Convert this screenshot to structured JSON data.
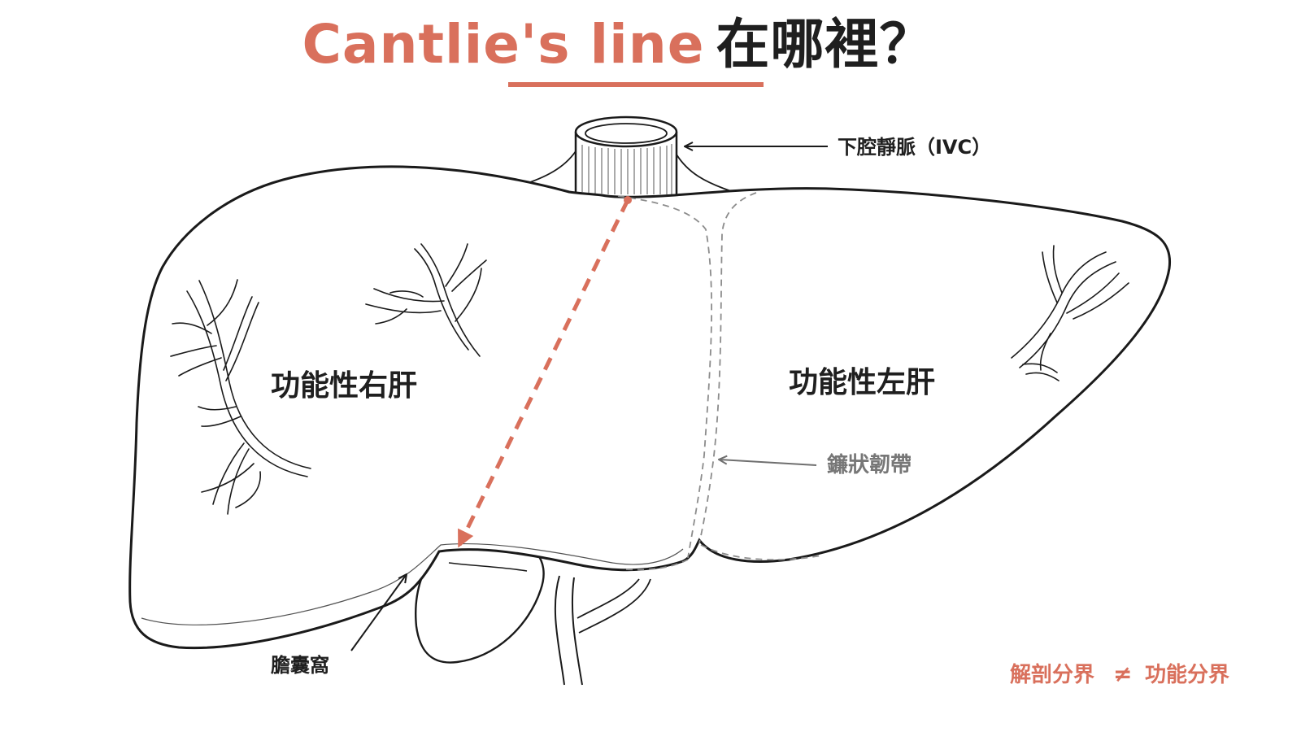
{
  "title": {
    "english": "Cantlie's line",
    "chinese": "在哪裡？"
  },
  "labels": {
    "ivc": "下腔靜脈（IVC）",
    "right_lobe": "功能性右肝",
    "left_lobe": "功能性左肝",
    "falciform_ligament": "鐮狀韌帶",
    "gallbladder_fossa": "膽囊窩"
  },
  "footnote": {
    "left": "解剖分界",
    "symbol": "≠",
    "right": "功能分界"
  },
  "colors": {
    "accent": "#d9705c",
    "outline": "#1a1a1a",
    "ligament": "#8c8c8c",
    "label_gray": "#777777"
  }
}
